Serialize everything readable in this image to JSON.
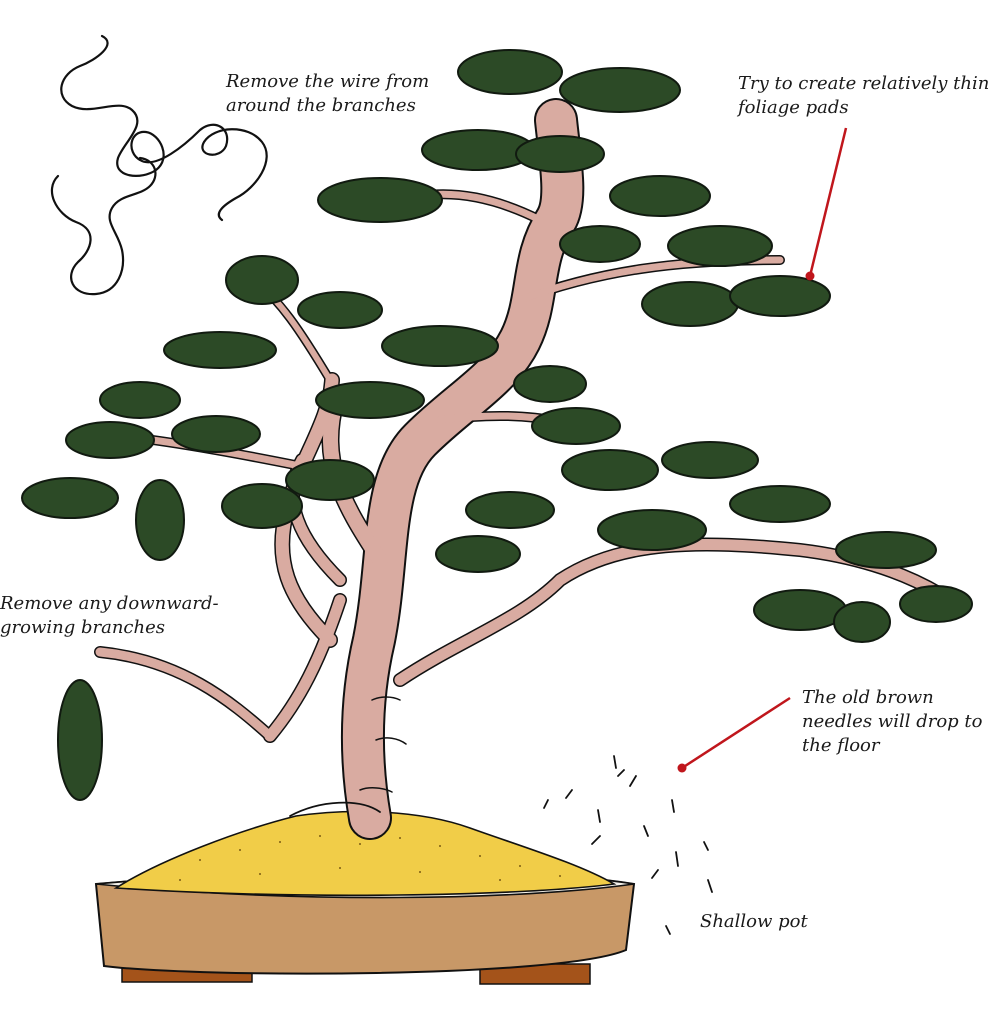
{
  "annotations": {
    "wire": {
      "line1": "Remove the wire from",
      "line2": "around the branches"
    },
    "pads": {
      "line1": "Try to create relatively thin",
      "line2": "foliage pads"
    },
    "downward": {
      "line1": "Remove any downward-",
      "line2": "growing branches"
    },
    "needles": {
      "line1": "The old brown",
      "line2": "needles will drop to",
      "line3": "the floor"
    },
    "pot": {
      "line1": "Shallow pot"
    }
  },
  "colors": {
    "trunk": "#d9aba1",
    "foliage": "#2c4a26",
    "foliage_dark": "#111a10",
    "soil": "#f1cd48",
    "pot": "#c89867",
    "pot_feet": "#a4531a",
    "leader_line": "#c0161c",
    "ink": "#111111"
  }
}
